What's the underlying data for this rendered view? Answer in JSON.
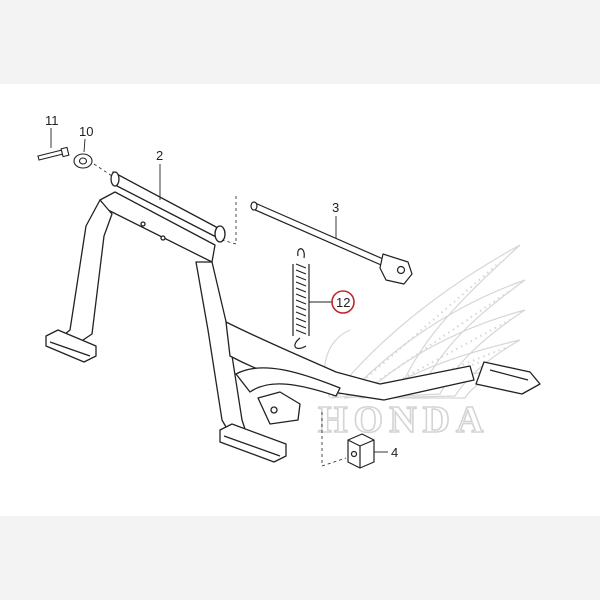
{
  "diagram": {
    "parts": [
      {
        "number": "11"
      },
      {
        "number": "10"
      },
      {
        "number": "2"
      },
      {
        "number": "3"
      },
      {
        "number": "12",
        "highlighted": true
      },
      {
        "number": "4"
      }
    ],
    "highlight_color": "#c0282d",
    "watermark": {
      "text": "HONDA",
      "type": "brand-wing-logo"
    }
  }
}
